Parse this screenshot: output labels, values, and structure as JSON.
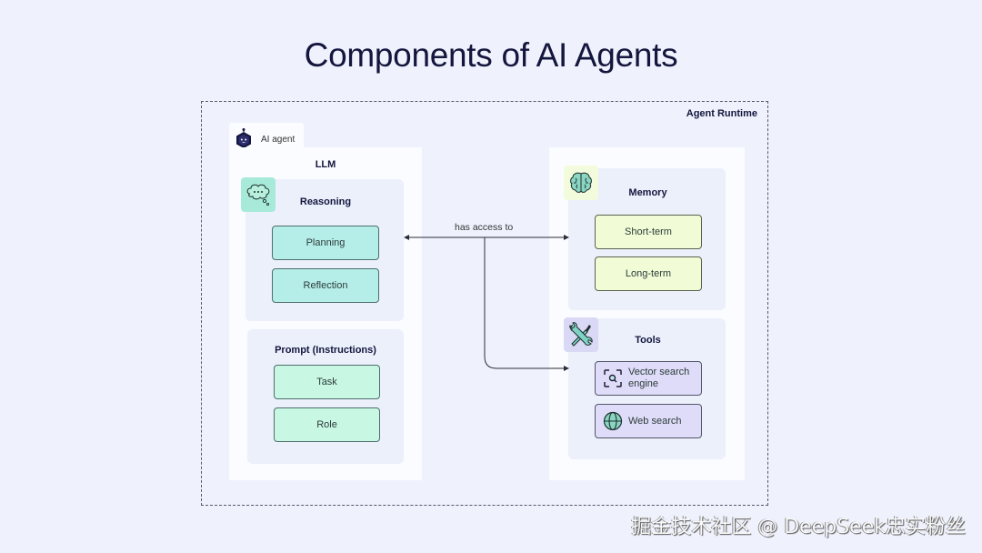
{
  "title": "Components of AI Agents",
  "runtime_label": "Agent Runtime",
  "agent": {
    "label": "AI agent",
    "icon": "robot-hexagon-icon"
  },
  "llm": {
    "label": "LLM",
    "reasoning": {
      "title": "Reasoning",
      "icon": "thought-bubble-icon",
      "items": [
        "Planning",
        "Reflection"
      ]
    },
    "prompt": {
      "title": "Prompt (Instructions)",
      "items": [
        "Task",
        "Role"
      ]
    }
  },
  "connector": {
    "label": "has access to"
  },
  "memory": {
    "title": "Memory",
    "icon": "brain-icon",
    "items": [
      "Short-term",
      "Long-term"
    ]
  },
  "tools": {
    "title": "Tools",
    "icon": "wrench-screwdriver-icon",
    "items": [
      {
        "label_line1": "Vector search",
        "label_line2": "engine",
        "icon": "vector-search-icon"
      },
      {
        "label_line1": "Web search",
        "label_line2": "",
        "icon": "globe-icon"
      }
    ]
  },
  "watermark": "掘金技术社区 @ DeepSeek忠实粉丝",
  "colors": {
    "background": "#eff2fd",
    "title": "#14163d",
    "reasoning_box": "#b5eee8",
    "prompt_box": "#c8f8e4",
    "memory_box": "#f1fcd6",
    "tools_box": "#dedcf8",
    "group_bg": "#ebf0fb",
    "panel_bg": "#fbfcff"
  }
}
